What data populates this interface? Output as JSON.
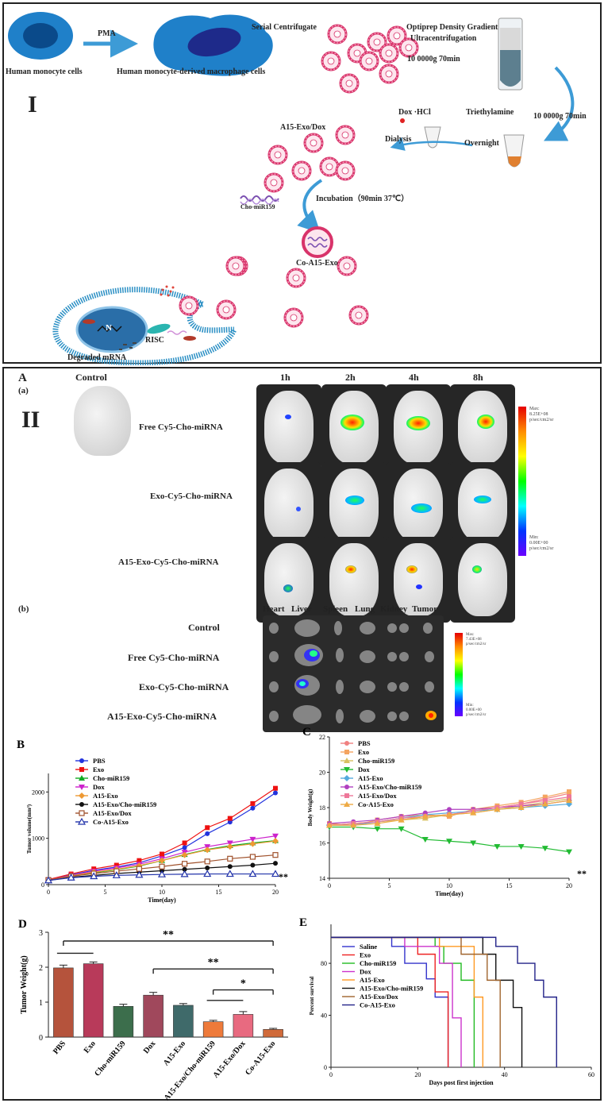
{
  "panel1": {
    "roman": "I",
    "monocyte": "Human monocyte cells",
    "pma": "PMA",
    "macrophage": "Human monocyte-derived macrophage cells",
    "centrifugate": "Serial Centrifugate",
    "optiprep_1": "Optiprep Density Gradient",
    "optiprep_2": "Ultracentrifugation",
    "speed_1": "10 0000g 70min",
    "speed_2": "10 0000g 70min",
    "dox": "Dox ·HCl",
    "triethylamine": "Triethylamine",
    "dialysis": "Dialysis",
    "overnight": "Overnight",
    "a15_exo_dox": "A15-Exo/Dox",
    "incubation": "Incubation（90min   37℃）",
    "cho_mir": "Cho-miR159",
    "co_a15": "Co-A15-Exo",
    "nucleus": "N",
    "risc": "RISC",
    "degraded": "Degraded mRNA"
  },
  "panel2": {
    "roman": "II",
    "label_A": "A",
    "label_a": "(a)",
    "label_b": "(b)",
    "control": "Control",
    "timepoints": [
      "1h",
      "2h",
      "4h",
      "8h"
    ],
    "rows": [
      "Free Cy5-Cho-miRNA",
      "Exo-Cy5-Cho-miRNA",
      "A15-Exo-Cy5-Cho-miRNA"
    ],
    "scale_a": {
      "max": "Max:",
      "max_val": "8.25E+08",
      "unit": "p/sec/cm2/sr",
      "min": "Min:",
      "min_val": "0.00E+00",
      "unit2": "p/sec/cm2/sr"
    },
    "organs": [
      "Heart",
      "Liver",
      "Spleen",
      "Lung",
      "Kidney",
      "Tumor"
    ],
    "organ_rows": [
      "Control",
      "Free Cy5-Cho-miRNA",
      "Exo-Cy5-Cho-miRNA",
      "A15-Exo-Cy5-Cho-miRNA"
    ],
    "scale_b": {
      "max": "Max:",
      "max_val": "7.43E+08",
      "unit": "p/sec/cm2/sr",
      "min": "Min:",
      "min_val": "0.00E+00",
      "unit2": "p/sec/cm2/sr"
    }
  },
  "chart_data": [
    {
      "id": "B",
      "type": "line",
      "label": "B",
      "ylabel": "Tumor volume(mm³)",
      "xlabel": "Time(day)",
      "xlim": [
        0,
        20
      ],
      "ylim": [
        0,
        2400
      ],
      "xticks": [
        0,
        5,
        10,
        15,
        20
      ],
      "yticks": [
        0,
        1000,
        2000
      ],
      "x": [
        0,
        2,
        4,
        6,
        8,
        10,
        12,
        14,
        16,
        18,
        20
      ],
      "annotation": "**",
      "series": [
        {
          "name": "PBS",
          "color": "#2233dd",
          "marker": "circle",
          "values": [
            100,
            210,
            310,
            380,
            470,
            620,
            800,
            1100,
            1350,
            1650,
            1980
          ]
        },
        {
          "name": "Exo",
          "color": "#ee1111",
          "marker": "square",
          "values": [
            110,
            230,
            340,
            420,
            520,
            660,
            900,
            1230,
            1430,
            1750,
            2080
          ]
        },
        {
          "name": "Cho-miR159",
          "color": "#11aa22",
          "marker": "tri-up",
          "values": [
            100,
            190,
            260,
            320,
            400,
            520,
            650,
            760,
            840,
            900,
            950
          ]
        },
        {
          "name": "Dox",
          "color": "#cc22cc",
          "marker": "tri-down",
          "values": [
            100,
            200,
            290,
            360,
            440,
            560,
            700,
            820,
            900,
            980,
            1050
          ]
        },
        {
          "name": "A15-Exo",
          "color": "#ee9933",
          "marker": "diamond",
          "values": [
            100,
            190,
            270,
            330,
            410,
            520,
            640,
            750,
            820,
            880,
            940
          ]
        },
        {
          "name": "A15-Exo/Cho-miR159",
          "color": "#111111",
          "marker": "circle",
          "values": [
            90,
            160,
            200,
            240,
            270,
            300,
            330,
            360,
            390,
            420,
            460
          ]
        },
        {
          "name": "A15-Exo/Dox",
          "color": "#a0522d",
          "marker": "square-open",
          "values": [
            100,
            180,
            240,
            290,
            340,
            390,
            450,
            500,
            560,
            600,
            640
          ]
        },
        {
          "name": "Co-A15-Exo",
          "color": "#2233aa",
          "marker": "tri-open",
          "values": [
            90,
            150,
            180,
            200,
            210,
            220,
            225,
            230,
            230,
            230,
            230
          ]
        }
      ]
    },
    {
      "id": "C",
      "type": "line",
      "label": "C",
      "ylabel": "Body Weight(g)",
      "xlabel": "Time(day)",
      "xlim": [
        0,
        20
      ],
      "ylim": [
        14,
        22
      ],
      "xticks": [
        0,
        5,
        10,
        15,
        20
      ],
      "yticks": [
        14,
        16,
        18,
        20,
        22
      ],
      "x": [
        0,
        2,
        4,
        6,
        8,
        10,
        12,
        14,
        16,
        18,
        20
      ],
      "annotation": "**",
      "series": [
        {
          "name": "PBS",
          "color": "#f08080",
          "marker": "circle",
          "values": [
            17.0,
            17.1,
            17.2,
            17.3,
            17.5,
            17.6,
            17.8,
            18.0,
            18.2,
            18.5,
            18.8
          ]
        },
        {
          "name": "Exo",
          "color": "#f4a460",
          "marker": "square",
          "values": [
            17.1,
            17.0,
            17.3,
            17.5,
            17.6,
            17.5,
            17.9,
            18.1,
            18.3,
            18.6,
            18.9
          ]
        },
        {
          "name": "Cho-miR159",
          "color": "#d8c060",
          "marker": "tri-up",
          "values": [
            17.0,
            17.1,
            17.2,
            17.3,
            17.4,
            17.6,
            17.7,
            17.9,
            18.1,
            18.3,
            18.5
          ]
        },
        {
          "name": "Dox",
          "color": "#22bb33",
          "marker": "tri-down",
          "values": [
            16.9,
            16.9,
            16.8,
            16.8,
            16.2,
            16.1,
            16.0,
            15.8,
            15.8,
            15.7,
            15.5
          ]
        },
        {
          "name": "A15-Exo",
          "color": "#55aadd",
          "marker": "diamond",
          "values": [
            17.0,
            17.0,
            17.2,
            17.4,
            17.6,
            17.7,
            17.8,
            17.9,
            18.0,
            18.1,
            18.2
          ]
        },
        {
          "name": "A15-Exo/Cho-miR159",
          "color": "#b040c0",
          "marker": "circle",
          "values": [
            17.1,
            17.2,
            17.3,
            17.5,
            17.7,
            17.9,
            17.9,
            18.0,
            18.1,
            18.2,
            18.4
          ]
        },
        {
          "name": "A15-Exo/Dox",
          "color": "#ee7799",
          "marker": "square",
          "values": [
            17.0,
            17.1,
            17.2,
            17.4,
            17.5,
            17.6,
            17.8,
            18.0,
            18.2,
            18.4,
            18.6
          ]
        },
        {
          "name": "Co-A15-Exo",
          "color": "#eeaa44",
          "marker": "tri-up",
          "values": [
            17.0,
            17.0,
            17.1,
            17.3,
            17.5,
            17.6,
            17.7,
            17.9,
            18.0,
            18.2,
            18.4
          ]
        }
      ]
    },
    {
      "id": "D",
      "type": "bar",
      "label": "D",
      "ylabel": "Tumor Weight(g)",
      "ylim": [
        0,
        3
      ],
      "yticks": [
        0,
        1,
        2,
        3
      ],
      "categories": [
        "PBS",
        "Exo",
        "Cho-miR159",
        "Dox",
        "A15-Exo",
        "A15-Exo/Cho-miR159",
        "A15-Exo/Dox",
        "Co-A15-Exo"
      ],
      "values": [
        1.98,
        2.1,
        0.88,
        1.2,
        0.91,
        0.44,
        0.65,
        0.22
      ],
      "errors": [
        0.08,
        0.05,
        0.06,
        0.08,
        0.05,
        0.04,
        0.08,
        0.03
      ],
      "colors": [
        "#b5533c",
        "#b83a5a",
        "#3c6e4c",
        "#a0485c",
        "#3f6a6a",
        "#ee7a3a",
        "#e86a80",
        "#d06a3a"
      ],
      "sig": [
        {
          "from": 0,
          "to": 7,
          "label": "**"
        },
        {
          "from": 3,
          "to": 7,
          "label": "**"
        },
        {
          "from": 5,
          "to": 7,
          "label": "*"
        }
      ]
    },
    {
      "id": "E",
      "type": "line",
      "label": "E",
      "ylabel": "Percent survival",
      "xlabel": "Days post first injection",
      "xlim": [
        0,
        60
      ],
      "ylim": [
        0,
        110
      ],
      "xticks": [
        0,
        20,
        40,
        60
      ],
      "yticks": [
        0,
        40,
        80
      ],
      "series": [
        {
          "name": "Saline",
          "color": "#3333cc",
          "steps": [
            [
              0,
              100
            ],
            [
              14,
              100
            ],
            [
              14,
              93
            ],
            [
              17,
              93
            ],
            [
              17,
              80
            ],
            [
              22,
              80
            ],
            [
              22,
              68
            ],
            [
              24,
              68
            ],
            [
              24,
              54
            ],
            [
              27,
              54
            ],
            [
              27,
              0
            ]
          ]
        },
        {
          "name": "Exo",
          "color": "#ee2222",
          "steps": [
            [
              0,
              100
            ],
            [
              20,
              100
            ],
            [
              20,
              87
            ],
            [
              24,
              87
            ],
            [
              24,
              58
            ],
            [
              27,
              58
            ],
            [
              27,
              0
            ]
          ]
        },
        {
          "name": "Cho-miR159",
          "color": "#22bb22",
          "steps": [
            [
              0,
              100
            ],
            [
              24,
              100
            ],
            [
              24,
              93
            ],
            [
              26,
              93
            ],
            [
              26,
              80
            ],
            [
              30,
              80
            ],
            [
              30,
              67
            ],
            [
              33,
              67
            ],
            [
              33,
              0
            ]
          ]
        },
        {
          "name": "Dox",
          "color": "#cc33cc",
          "steps": [
            [
              0,
              100
            ],
            [
              17,
              100
            ],
            [
              17,
              93
            ],
            [
              25,
              93
            ],
            [
              25,
              80
            ],
            [
              28,
              80
            ],
            [
              28,
              38
            ],
            [
              30,
              38
            ],
            [
              30,
              0
            ]
          ]
        },
        {
          "name": "A15-Exo",
          "color": "#ff9922",
          "steps": [
            [
              0,
              100
            ],
            [
              25,
              100
            ],
            [
              25,
              93
            ],
            [
              33,
              93
            ],
            [
              33,
              54
            ],
            [
              35,
              54
            ],
            [
              35,
              0
            ]
          ]
        },
        {
          "name": "A15-Exo/Cho-miR159",
          "color": "#111111",
          "steps": [
            [
              0,
              100
            ],
            [
              35,
              100
            ],
            [
              35,
              87
            ],
            [
              38,
              87
            ],
            [
              38,
              67
            ],
            [
              42,
              67
            ],
            [
              42,
              46
            ],
            [
              44,
              46
            ],
            [
              44,
              0
            ]
          ]
        },
        {
          "name": "A15-Exo/Dox",
          "color": "#a0642d",
          "steps": [
            [
              0,
              100
            ],
            [
              30,
              100
            ],
            [
              30,
              87
            ],
            [
              36,
              87
            ],
            [
              36,
              67
            ],
            [
              39,
              67
            ],
            [
              39,
              0
            ]
          ]
        },
        {
          "name": "Co-A15-Exo",
          "color": "#222288",
          "steps": [
            [
              0,
              100
            ],
            [
              38,
              100
            ],
            [
              38,
              93
            ],
            [
              43,
              93
            ],
            [
              43,
              80
            ],
            [
              47,
              80
            ],
            [
              47,
              67
            ],
            [
              49,
              67
            ],
            [
              49,
              54
            ],
            [
              52,
              54
            ],
            [
              52,
              0
            ]
          ]
        }
      ]
    }
  ]
}
